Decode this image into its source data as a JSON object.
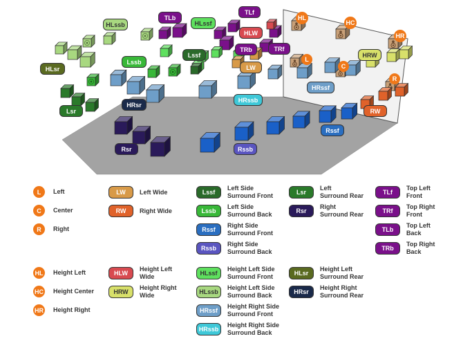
{
  "colors": {
    "front": "#f07818",
    "height_front": "#f07818",
    "wide": "#d89a48",
    "right_wide": "#e0622a",
    "side_front": "#2a6a2a",
    "side_back": "#38b838",
    "right_side": "#2a6ec0",
    "right_side_back": "#5a55c0",
    "surround_rear_left": "#2a7a2a",
    "surround_rear_right": "#2a1a5a",
    "top": "#7a108a",
    "height_left_wide": "#d84a50",
    "height_right_wide": "#d8e06a",
    "hlssf": "#5ee05e",
    "hlssb": "#a8d880",
    "hrssf": "#6e9ec8",
    "hrssb": "#3ec8d8",
    "hlsr": "#5a6a20",
    "hrsr": "#1a2a4a"
  },
  "legend": [
    {
      "badge": "L",
      "text": "Left",
      "shape": "circle",
      "color": "#f07818"
    },
    {
      "badge": "C",
      "text": "Center",
      "shape": "circle",
      "color": "#f07818"
    },
    {
      "badge": "R",
      "text": "Right",
      "shape": "circle",
      "color": "#f07818"
    },
    {
      "badge": "LW",
      "text": "Left Wide",
      "shape": "rect",
      "color": "#d89a48"
    },
    {
      "badge": "RW",
      "text": "Right Wide",
      "shape": "rect",
      "color": "#e0622a"
    },
    {
      "badge": "Lssf",
      "text": "Left Side\nSurround Front",
      "shape": "rect",
      "color": "#2a6a2a"
    },
    {
      "badge": "Lssb",
      "text": "Left Side\nSurround Back",
      "shape": "rect",
      "color": "#38b838"
    },
    {
      "badge": "Rssf",
      "text": "Right Side\nSurround Front",
      "shape": "rect",
      "color": "#2a6ec0"
    },
    {
      "badge": "Rssb",
      "text": "Right Side\nSurround Back",
      "shape": "rect",
      "color": "#5a55c0"
    },
    {
      "badge": "Lsr",
      "text": "Left\nSurround Rear",
      "shape": "rect",
      "color": "#2a7a2a"
    },
    {
      "badge": "Rsr",
      "text": "Right\nSurround Rear",
      "shape": "rect",
      "color": "#2a1a5a"
    },
    {
      "badge": "TLf",
      "text": "Top Left\nFront",
      "shape": "rect",
      "color": "#7a108a"
    },
    {
      "badge": "TRf",
      "text": "Top Right\nFront",
      "shape": "rect",
      "color": "#7a108a"
    },
    {
      "badge": "TLb",
      "text": "Top Left\nBack",
      "shape": "rect",
      "color": "#7a108a"
    },
    {
      "badge": "TRb",
      "text": "Top Right\nBack",
      "shape": "rect",
      "color": "#7a108a"
    },
    {
      "badge": "HL",
      "text": "Height Left",
      "shape": "circle",
      "color": "#f07818"
    },
    {
      "badge": "HC",
      "text": "Height Center",
      "shape": "circle",
      "color": "#f07818"
    },
    {
      "badge": "HR",
      "text": "Height Right",
      "shape": "circle",
      "color": "#f07818"
    },
    {
      "badge": "HLW",
      "text": "Height Left\nWide",
      "shape": "rect",
      "color": "#d84a50"
    },
    {
      "badge": "HRW",
      "text": "Height Right\nWide",
      "shape": "rect",
      "color": "#d8e06a"
    },
    {
      "badge": "HLssf",
      "text": "Height Left Side\nSurround Front",
      "shape": "rect",
      "color": "#5ee05e"
    },
    {
      "badge": "HLssb",
      "text": "Height Left Side\nSurround Back",
      "shape": "rect",
      "color": "#a8d880"
    },
    {
      "badge": "HRssf",
      "text": "Height Right Side\nSurround Front",
      "shape": "rect",
      "color": "#6e9ec8"
    },
    {
      "badge": "HRssb",
      "text": "Height Right Side\nSurround Back",
      "shape": "rect",
      "color": "#3ec8d8"
    },
    {
      "badge": "HLsr",
      "text": "Height Left\nSurround Rear",
      "shape": "rect",
      "color": "#5a6a20"
    },
    {
      "badge": "HRsr",
      "text": "Height Right\nSurround Rear",
      "shape": "rect",
      "color": "#1a2a4a"
    }
  ],
  "scene_labels": [
    {
      "text": "HL",
      "shape": "circle",
      "color": "#f07818"
    },
    {
      "text": "HC",
      "shape": "circle",
      "color": "#f07818"
    },
    {
      "text": "HR",
      "shape": "circle",
      "color": "#f07818"
    },
    {
      "text": "L",
      "shape": "circle",
      "color": "#f07818"
    },
    {
      "text": "C",
      "shape": "circle",
      "color": "#f07818"
    },
    {
      "text": "R",
      "shape": "circle",
      "color": "#f07818"
    },
    {
      "text": "TLb",
      "shape": "rect",
      "color": "#7a108a"
    },
    {
      "text": "TLf",
      "shape": "rect",
      "color": "#7a108a"
    },
    {
      "text": "HLssb",
      "shape": "rect",
      "color": "#a8d880"
    },
    {
      "text": "HLssf",
      "shape": "rect",
      "color": "#5ee05e"
    },
    {
      "text": "HLW",
      "shape": "rect",
      "color": "#d84a50"
    },
    {
      "text": "TRb",
      "shape": "rect",
      "color": "#7a108a"
    },
    {
      "text": "TRf",
      "shape": "rect",
      "color": "#7a108a"
    },
    {
      "text": "LW",
      "shape": "rect",
      "color": "#d89a48"
    },
    {
      "text": "HRW",
      "shape": "rect",
      "color": "#d8e06a"
    },
    {
      "text": "Lssb",
      "shape": "rect",
      "color": "#38b838"
    },
    {
      "text": "Lssf",
      "shape": "rect",
      "color": "#2a6a2a"
    },
    {
      "text": "HLsr",
      "shape": "rect",
      "color": "#5a6a20"
    },
    {
      "text": "HRsr",
      "shape": "rect",
      "color": "#1a2a4a"
    },
    {
      "text": "HRssb",
      "shape": "rect",
      "color": "#3ec8d8"
    },
    {
      "text": "HRssf",
      "shape": "rect",
      "color": "#6e9ec8"
    },
    {
      "text": "Lsr",
      "shape": "rect",
      "color": "#2a7a2a"
    },
    {
      "text": "RW",
      "shape": "rect",
      "color": "#e0622a"
    },
    {
      "text": "Rssf",
      "shape": "rect",
      "color": "#2a6ec0"
    },
    {
      "text": "Rsr",
      "shape": "rect",
      "color": "#2a1a5a"
    },
    {
      "text": "Rssb",
      "shape": "rect",
      "color": "#5a55c0"
    }
  ]
}
